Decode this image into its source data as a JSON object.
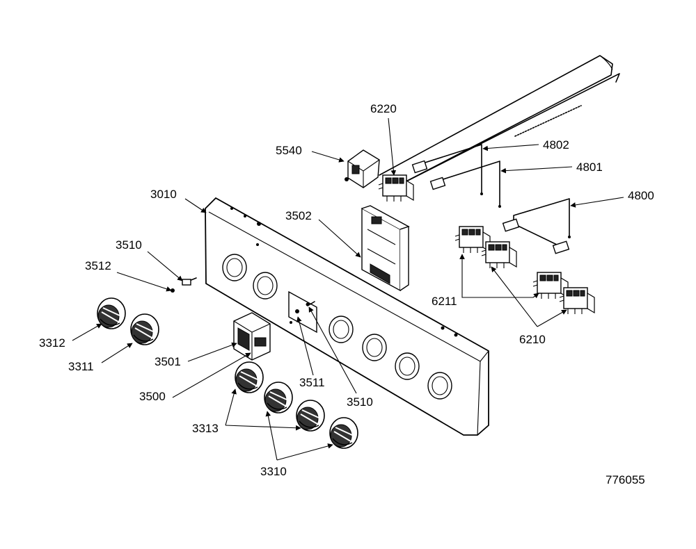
{
  "drawing_number": "776055",
  "callouts": {
    "c3010": "3010",
    "c3510a": "3510",
    "c3512": "3512",
    "c3312": "3312",
    "c3311": "3311",
    "c3501": "3501",
    "c3500": "3500",
    "c3313": "3313",
    "c3310": "3310",
    "c3511": "3511",
    "c3510b": "3510",
    "c3502": "3502",
    "c5540": "5540",
    "c6220": "6220",
    "c4802": "4802",
    "c4801": "4801",
    "c4800": "4800",
    "c6211": "6211",
    "c6210": "6210"
  }
}
